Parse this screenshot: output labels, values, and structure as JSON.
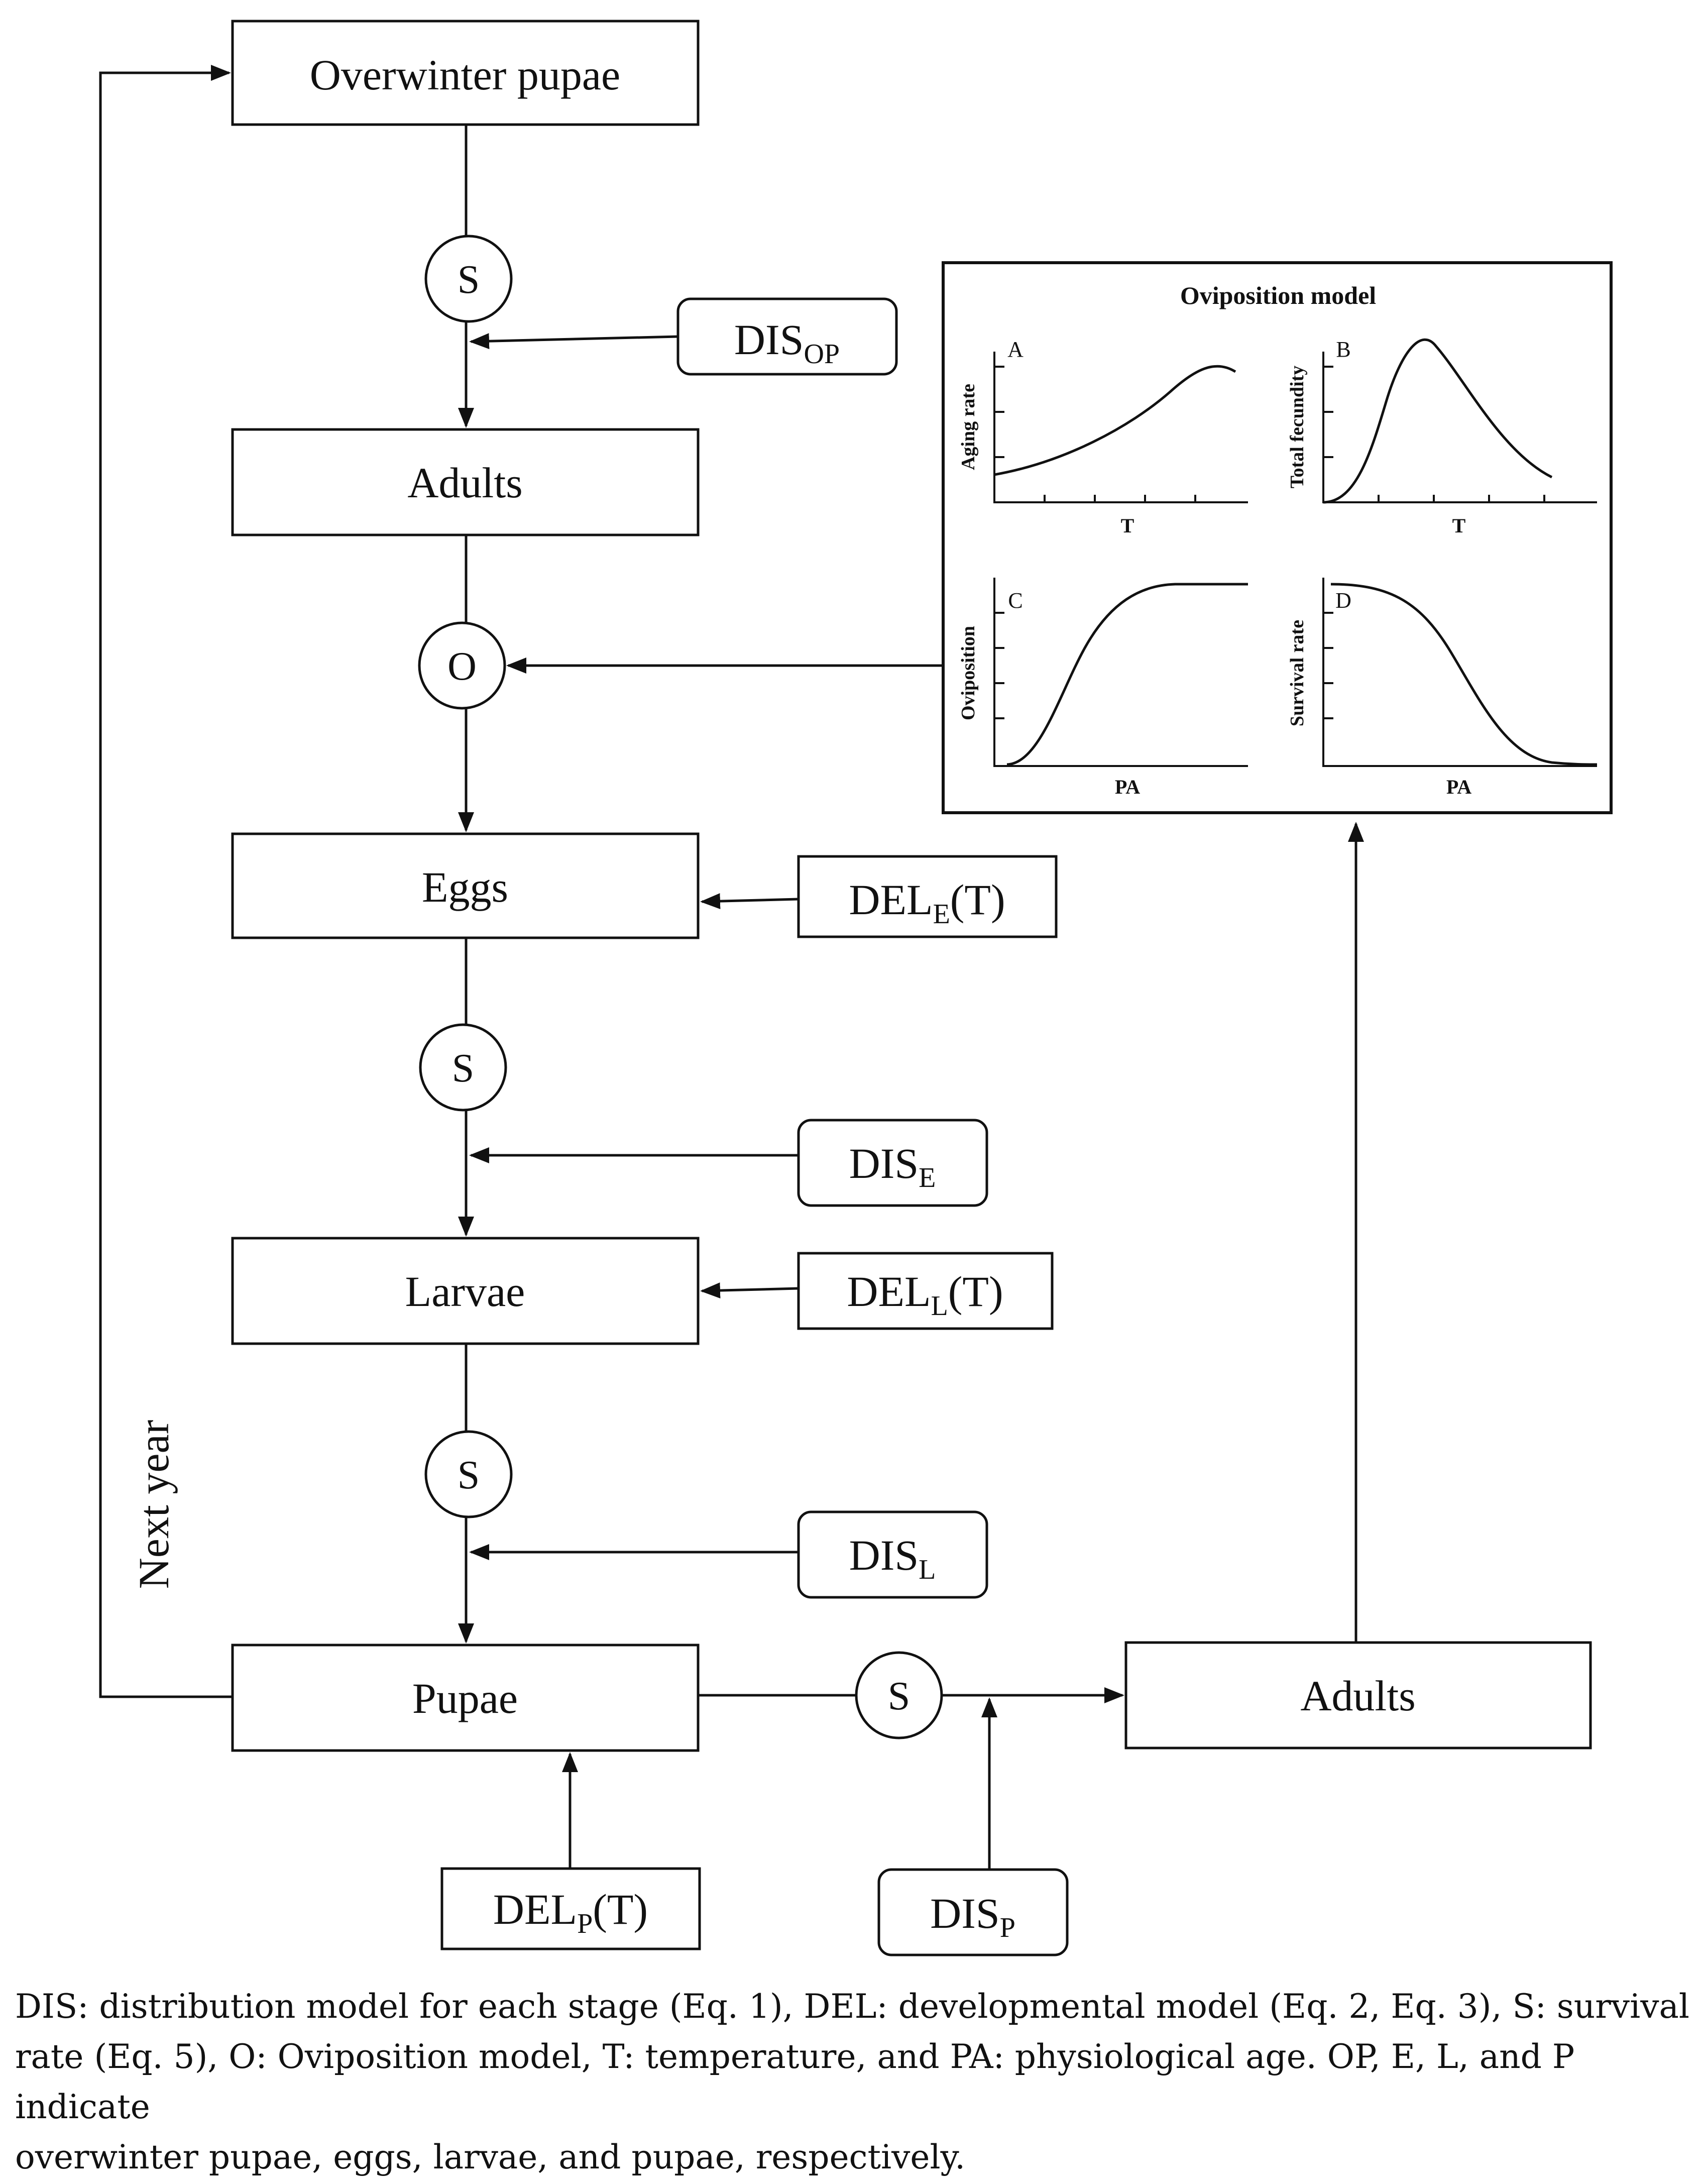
{
  "colors": {
    "stroke": "#111111",
    "text": "#111111",
    "background": "#ffffff"
  },
  "stages": {
    "overwinter_pupae": "Overwinter pupae",
    "adults_top": "Adults",
    "eggs": "Eggs",
    "larvae": "Larvae",
    "pupae": "Pupae",
    "adults_right": "Adults"
  },
  "nodes": {
    "s1": "S",
    "o": "O",
    "s2": "S",
    "s3": "S",
    "s4": "S"
  },
  "inputs": {
    "dis_op": {
      "base": "DIS",
      "sub": "OP",
      "tail": ""
    },
    "del_e": {
      "base": "DEL",
      "sub": "E",
      "tail": "(T)"
    },
    "dis_e": {
      "base": "DIS",
      "sub": "E",
      "tail": ""
    },
    "del_l": {
      "base": "DEL",
      "sub": "L",
      "tail": "(T)"
    },
    "dis_l": {
      "base": "DIS",
      "sub": "L",
      "tail": ""
    },
    "del_p": {
      "base": "DEL",
      "sub": "P",
      "tail": "(T)"
    },
    "dis_p": {
      "base": "DIS",
      "sub": "P",
      "tail": ""
    }
  },
  "loop_label": "Next year",
  "oviposition": {
    "title": "Oviposition model",
    "panels": [
      {
        "letter": "A",
        "ylabel": "Aging rate",
        "xlabel": "T"
      },
      {
        "letter": "B",
        "ylabel": "Total fecundity",
        "xlabel": "T"
      },
      {
        "letter": "C",
        "ylabel": "Oviposition",
        "xlabel": "PA"
      },
      {
        "letter": "D",
        "ylabel": "Survival rate",
        "xlabel": "PA"
      }
    ]
  },
  "caption": {
    "line1": "DIS: distribution model for each stage (Eq. 1), DEL: developmental model (Eq. 2, Eq. 3), S: survival",
    "line2": "rate (Eq. 5), O: Oviposition model, T: temperature, and PA: physiological age. OP, E, L, and P indicate",
    "line3": "overwinter pupae, eggs, larvae, and pupae, respectively."
  }
}
